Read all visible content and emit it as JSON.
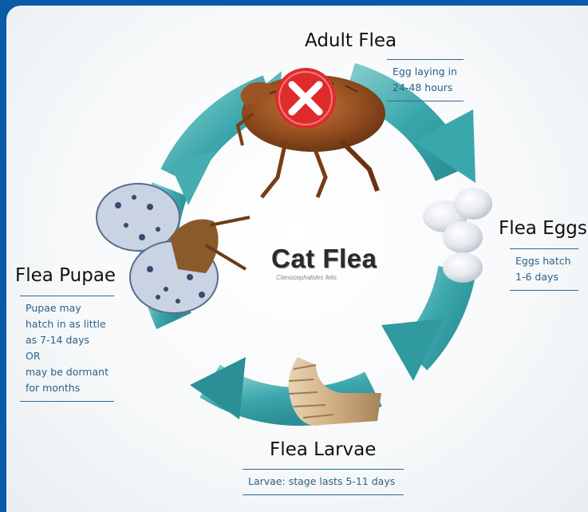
{
  "center": {
    "title": "Cat Flea",
    "subtitle": "Ctenocephalides felis"
  },
  "stages": {
    "adult": {
      "title": "Adult Flea",
      "note": [
        "Egg laying in",
        "24-48 hours"
      ]
    },
    "eggs": {
      "title": "Flea Eggs",
      "note": [
        "Eggs hatch",
        "1-6 days"
      ]
    },
    "larvae": {
      "title": "Flea Larvae",
      "note": [
        "Larvae: stage lasts 5-11 days"
      ]
    },
    "pupae": {
      "title": "Flea Pupae",
      "note": [
        "Pupae may",
        "hatch in as little",
        "as 7-14 days",
        "OR",
        "may be dormant",
        "for months"
      ]
    }
  },
  "colors": {
    "frame": "#0a5aa8",
    "arrow": "#3aa7ac",
    "note_text": "#2d5f86",
    "stop_icon": "#e02b2b"
  },
  "icons": [
    "adult-flea-image",
    "stop-x-icon",
    "flea-eggs-image",
    "flea-larva-image",
    "flea-pupa-cocoon-image"
  ]
}
